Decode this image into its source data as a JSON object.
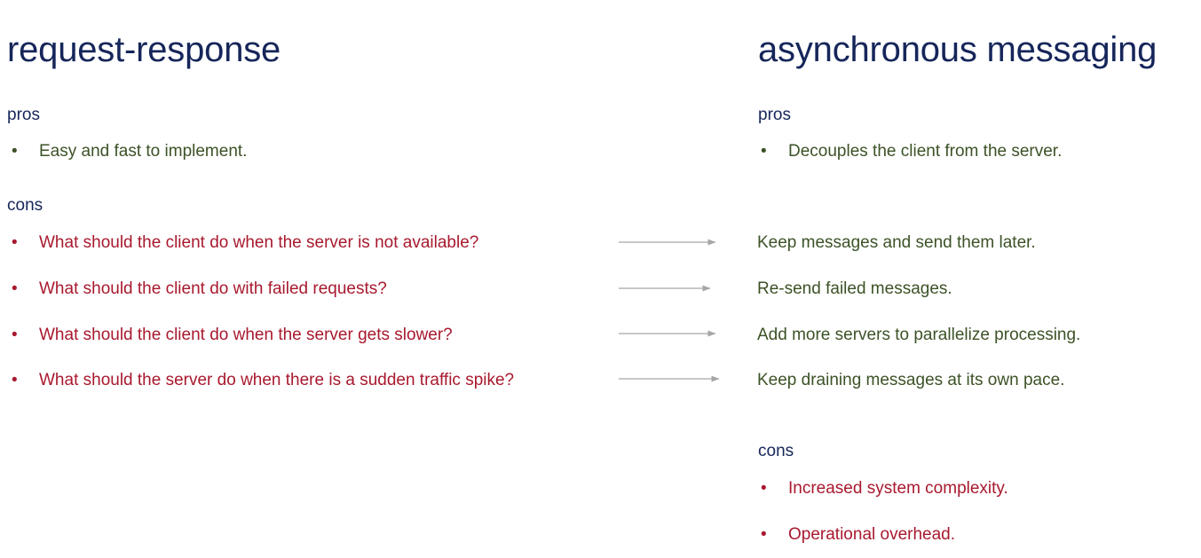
{
  "slide": {
    "background_color": "#ffffff",
    "title_color": "#16265a",
    "pros_text_color": "#3c5226",
    "cons_text_color": "#a8192e",
    "arrow_color": "#a6a6a6"
  },
  "left_column": {
    "title": "request-response",
    "pros_label": "pros",
    "pros_items": [
      "Easy and fast to implement."
    ],
    "cons_label": "cons",
    "cons_items": [
      "What should the client do when the server is not available?",
      "What should the client do with failed requests?",
      "What should the client do when the server gets slower?",
      "What should the server do when there is a sudden traffic spike?"
    ]
  },
  "right_column": {
    "title": "asynchronous messaging",
    "pros_label": "pros",
    "pros_items": [
      "Decouples the client from the server."
    ],
    "answers": [
      "Keep messages and send them later.",
      "Re-send failed messages.",
      "Add more servers to parallelize processing.",
      "Keep draining messages at its own pace."
    ],
    "cons_label": "cons",
    "cons_items": [
      "Increased system complexity.",
      "Operational overhead."
    ]
  },
  "connectors": [
    {
      "name": "arrow-1",
      "from_item": 0,
      "to_item": 0
    },
    {
      "name": "arrow-2",
      "from_item": 1,
      "to_item": 1
    },
    {
      "name": "arrow-3",
      "from_item": 2,
      "to_item": 2
    },
    {
      "name": "arrow-4",
      "from_item": 3,
      "to_item": 3
    }
  ],
  "bullet_glyph": "•"
}
